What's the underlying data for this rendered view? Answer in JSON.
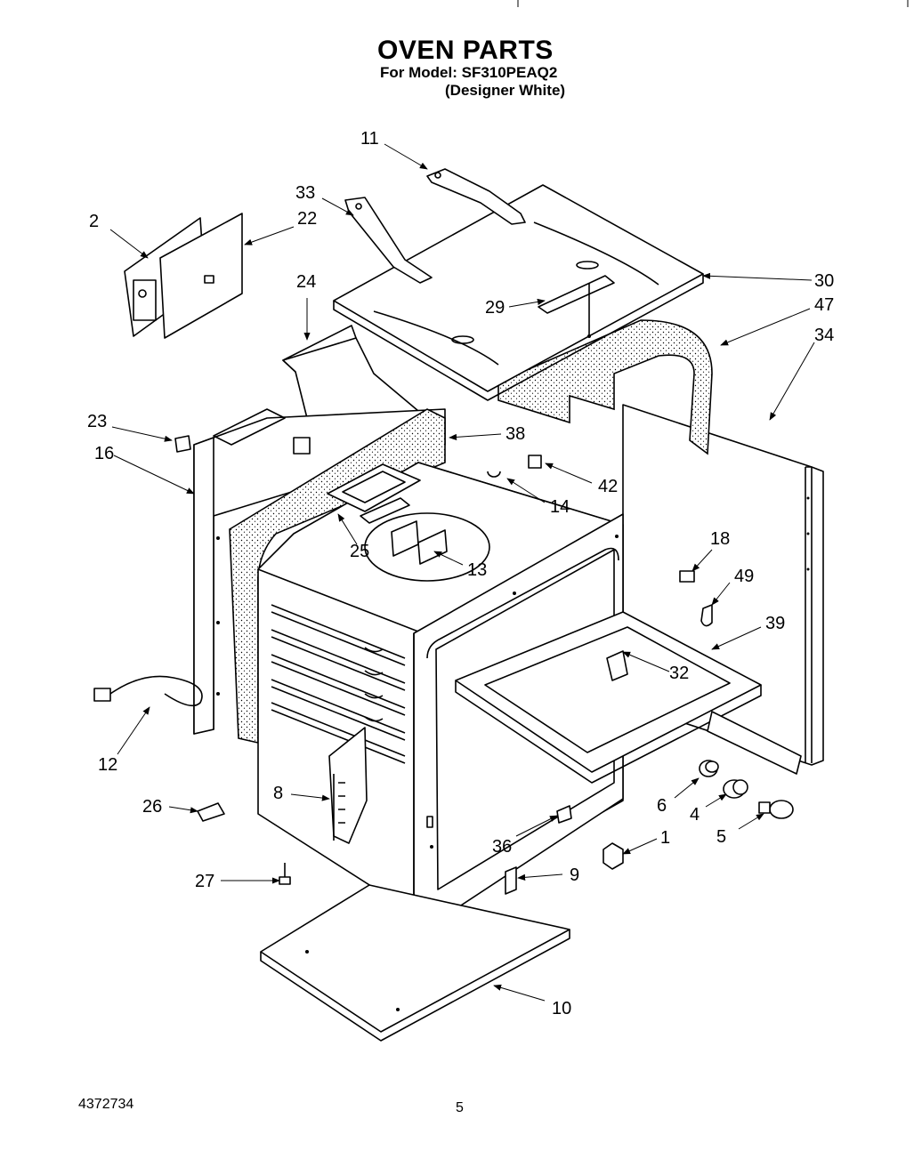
{
  "header": {
    "title": "OVEN PARTS",
    "model": "For Model: SF310PEAQ2",
    "variant": "(Designer White)"
  },
  "footer": {
    "doc_number": "4372734",
    "page_number": "5"
  },
  "callouts": [
    "1",
    "2",
    "4",
    "5",
    "6",
    "8",
    "9",
    "10",
    "11",
    "12",
    "13",
    "14",
    "16",
    "18",
    "22",
    "23",
    "24",
    "25",
    "26",
    "27",
    "29",
    "30",
    "32",
    "33",
    "34",
    "36",
    "38",
    "39",
    "42",
    "47",
    "49"
  ]
}
